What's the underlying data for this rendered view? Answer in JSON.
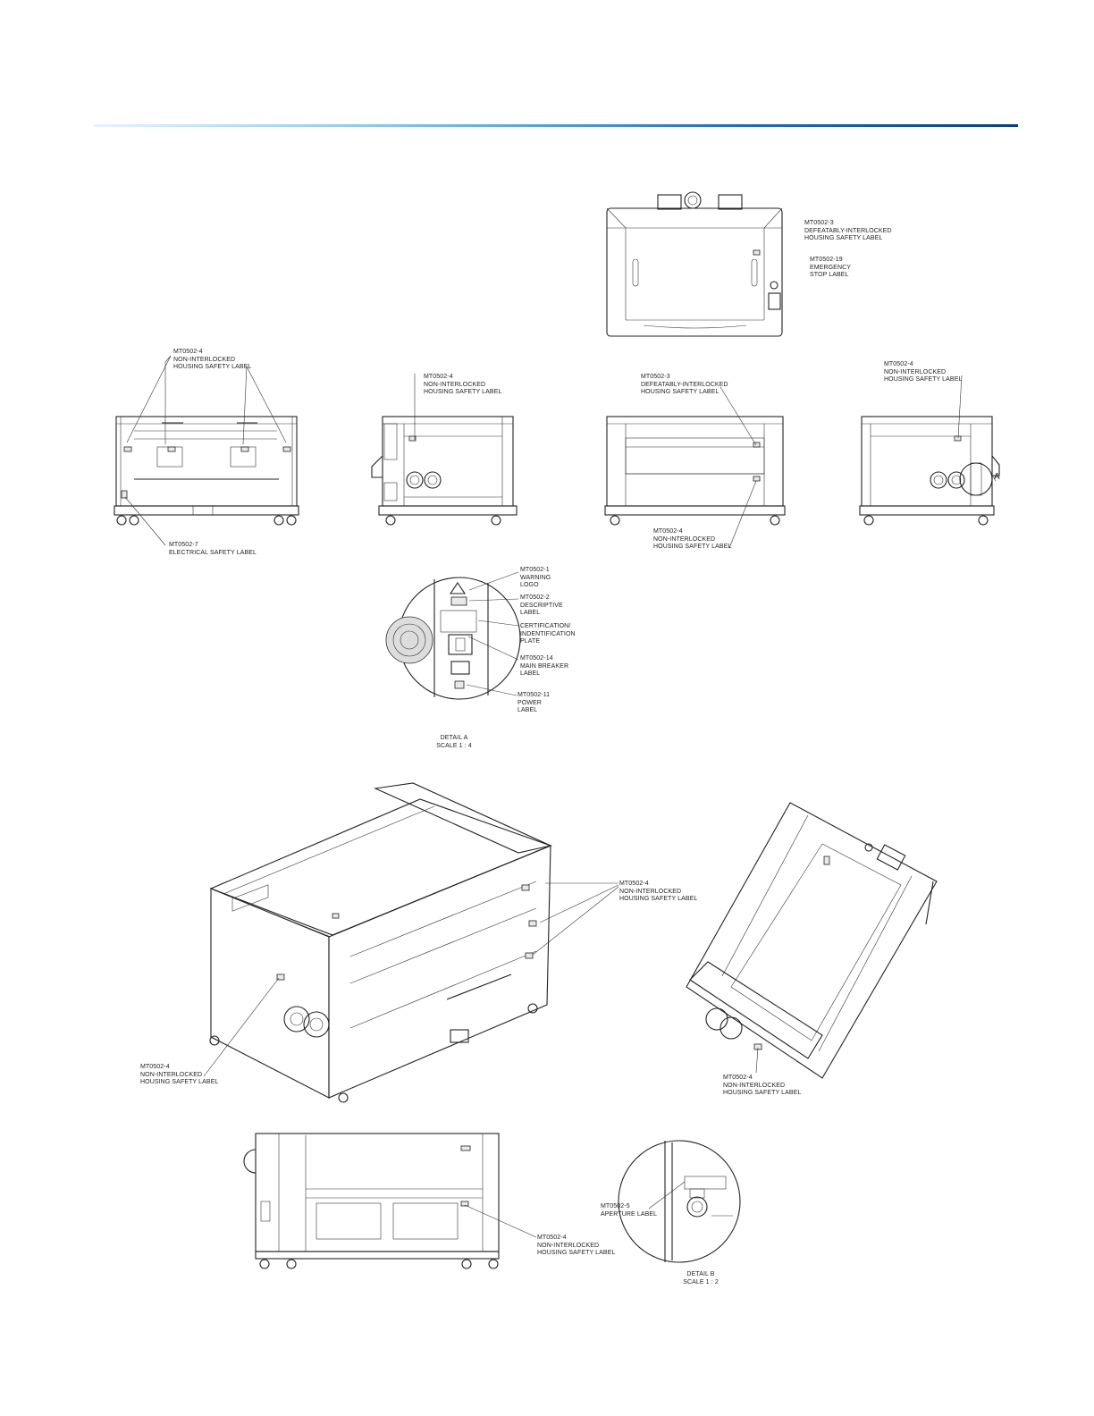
{
  "labels": {
    "top_front_defeat": [
      "MT0502-3",
      "DEFEATABLY-INTERLOCKED",
      "HOUSING SAFETY LABEL"
    ],
    "top_front_estop": [
      "MT0502-19",
      "EMERGENCY",
      "STOP LABEL"
    ],
    "rear_noninterlock": [
      "MT0502-4",
      "NON-INTERLOCKED",
      "HOUSING SAFETY LABEL"
    ],
    "rear_electrical": [
      "MT0502-7",
      "ELECTRICAL SAFETY LABEL"
    ],
    "left_noninterlock": [
      "MT0502-4",
      "NON-INTERLOCKED",
      "HOUSING SAFETY LABEL"
    ],
    "front_defeat": [
      "MT0502-3",
      "DEFEATABLY-INTERLOCKED",
      "HOUSING SAFETY LABEL"
    ],
    "front_noninterlock": [
      "MT0502-4",
      "NON-INTERLOCKED",
      "HOUSING SAFETY LABEL"
    ],
    "right_noninterlock": [
      "MT0502-4",
      "NON-INTERLOCKED",
      "HOUSING SAFETY LABEL"
    ],
    "detail_warning": [
      "MT0502-1",
      "WARNING",
      "LOGO"
    ],
    "detail_descriptive": [
      "MT0502-2",
      "DESCRIPTIVE",
      "LABEL"
    ],
    "detail_cert": [
      "CERTIFICATION/",
      "INDENTIFICATION",
      "PLATE"
    ],
    "detail_breaker": [
      "MT0502-14",
      "MAIN BREAKER",
      "LABEL"
    ],
    "detail_power": [
      "MT0502-11",
      "POWER",
      "LABEL"
    ],
    "iso1_noninterlock": [
      "MT0502-4",
      "NON-INTERLOCKED",
      "HOUSING SAFETY LABEL"
    ],
    "iso1_bottom": [
      "MT0502-4",
      "NON-INTERLOCKED",
      "HOUSING SAFETY LABEL"
    ],
    "iso2_noninterlock": [
      "MT0502-4",
      "NON-INTERLOCKED",
      "HOUSING SAFETY LABEL"
    ],
    "side_noninterlock": [
      "MT0502-4",
      "NON-INTERLOCKED",
      "HOUSING SAFETY LABEL"
    ],
    "aperture": [
      "MT0502-5",
      "APERTURE LABEL"
    ]
  },
  "captions": {
    "detail_a": [
      "DETAIL A",
      "SCALE 1 : 4"
    ],
    "detail_b": [
      "DETAIL B",
      "SCALE 1 : 2"
    ],
    "callout_a": "A"
  }
}
